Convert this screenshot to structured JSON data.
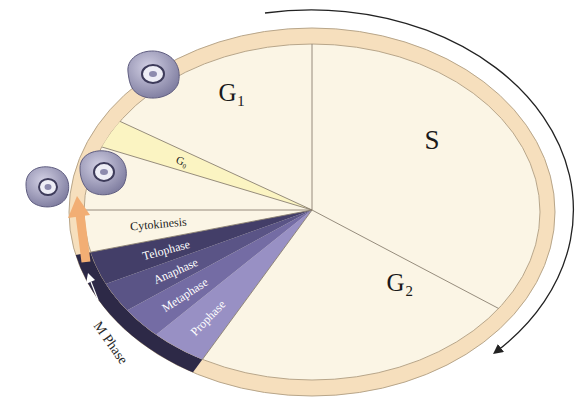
{
  "diagram": {
    "labels": [
      "G₁",
      "G₀",
      "S",
      "G₂",
      "Cytokinesis",
      "Telophase",
      "Anaphase",
      "Metaphase",
      "Prophase",
      "M Phase"
    ]
  }
}
